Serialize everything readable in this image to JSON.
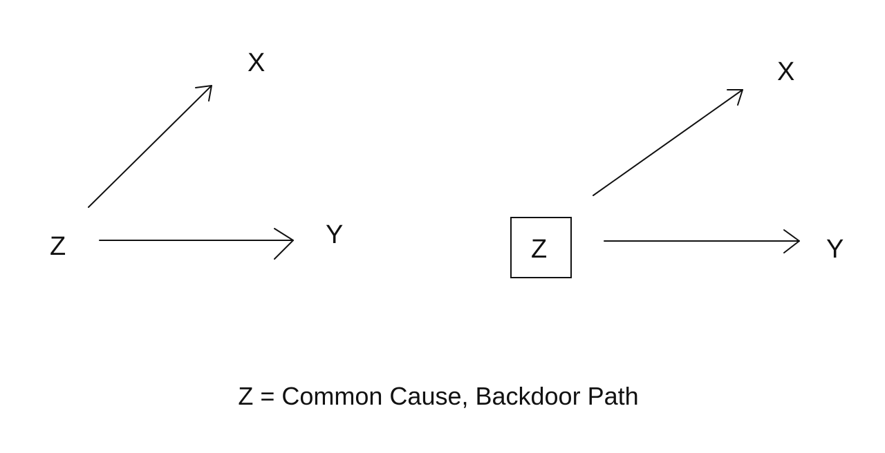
{
  "diagram_left": {
    "nodes": {
      "z": "Z",
      "x": "X",
      "y": "Y"
    },
    "edges": [
      {
        "from": "Z",
        "to": "X"
      },
      {
        "from": "Z",
        "to": "Y"
      }
    ]
  },
  "diagram_right": {
    "nodes": {
      "z": "Z",
      "x": "X",
      "y": "Y"
    },
    "conditioned_node": "Z",
    "edges": [
      {
        "from": "Z",
        "to": "X"
      },
      {
        "from": "Z",
        "to": "Y"
      }
    ]
  },
  "caption": "Z = Common Cause, Backdoor Path",
  "colors": {
    "ink": "#111111",
    "background": "#ffffff"
  }
}
